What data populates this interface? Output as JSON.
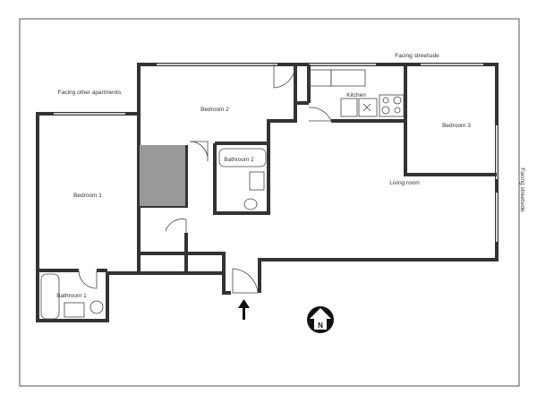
{
  "plan": {
    "labels": {
      "facing_other": "Facing other apartments",
      "facing_street_top": "Facing streetside",
      "facing_street_right": "Facing streetside",
      "bedroom1": "Bedroom 1",
      "bedroom2": "Bedroom 2",
      "bedroom3": "Bedroom 3",
      "bathroom1": "Bathroom 1",
      "bathroom2": "Bathroom 2",
      "kitchen": "Kitchen",
      "living_room": "Living room"
    },
    "compass_letter": "N",
    "icons": {
      "entrance": "entrance-arrow-icon",
      "compass": "north-compass-icon"
    },
    "colors": {
      "wall": "#333333",
      "closet_fill": "#999999"
    }
  }
}
